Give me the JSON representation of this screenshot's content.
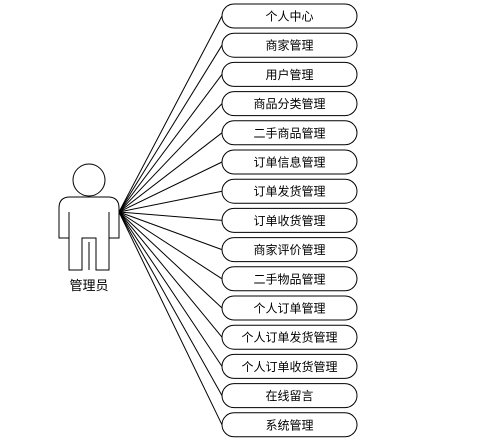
{
  "actor": {
    "label": "管理员"
  },
  "use_cases": [
    "个人中心",
    "商家管理",
    "用户管理",
    "商品分类管理",
    "二手商品管理",
    "订单信息管理",
    "订单发货管理",
    "订单收货管理",
    "商家评价管理",
    "二手物品管理",
    "个人订单管理",
    "个人订单发货管理",
    "个人订单收货管理",
    "在线留言",
    "系统管理"
  ]
}
